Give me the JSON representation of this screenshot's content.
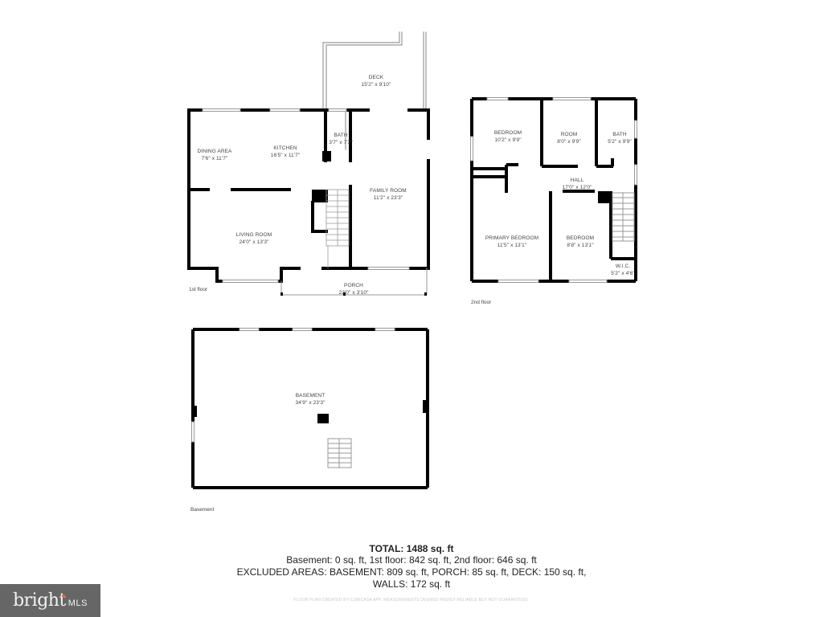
{
  "floors": {
    "first": {
      "label": "1st floor",
      "rooms": [
        {
          "name": "DECK",
          "size": "15'2\" x 9'10\""
        },
        {
          "name": "BATH",
          "size": "3'7\" x 7'2\""
        },
        {
          "name": "DINING AREA",
          "size": "7'6\" x 11'7\""
        },
        {
          "name": "KITCHEN",
          "size": "16'5\" x 11'7\""
        },
        {
          "name": "FAMILY ROOM",
          "size": "11'2\" x 23'3\""
        },
        {
          "name": "LIVING ROOM",
          "size": "24'0\" x 13'3\""
        },
        {
          "name": "PORCH",
          "size": "22'0\" x 3'10\""
        }
      ]
    },
    "second": {
      "label": "2nd floor",
      "rooms": [
        {
          "name": "BEDROOM",
          "size": "10'2\" x 9'9\""
        },
        {
          "name": "ROOM",
          "size": "8'0\" x 9'9\""
        },
        {
          "name": "BATH",
          "size": "5'2\" x 9'9\""
        },
        {
          "name": "HALL",
          "size": "17'0\" x 12'0\""
        },
        {
          "name": "PRIMARY BEDROOM",
          "size": "11'5\" x 13'1\""
        },
        {
          "name": "BEDROOM",
          "size": "8'8\" x 13'1\""
        },
        {
          "name": "W.I.C.",
          "size": "5'2\" x 4'6\""
        }
      ]
    },
    "basement": {
      "label": "Basement",
      "rooms": [
        {
          "name": "BASEMENT",
          "size": "34'9\" x 23'3\""
        }
      ]
    }
  },
  "summary": {
    "total": "TOTAL: 1488 sq. ft",
    "line1": "Basement: 0 sq. ft, 1st floor: 842 sq. ft, 2nd floor: 646 sq. ft",
    "line2": "EXCLUDED AREAS: BASEMENT: 809 sq. ft, PORCH: 85 sq. ft, DECK: 150 sq. ft,",
    "line3": "WALLS: 172 sq. ft",
    "disclaimer": "FLOOR PLAN CREATED BY CUBICASA APP. MEASUREMENTS DEEMED HIGHLY RELIABLE BUT NOT GUARANTEED."
  },
  "logo": {
    "word": "bright",
    "suffix": "MLS",
    "accent": "#e5633a",
    "background": "#666666"
  }
}
